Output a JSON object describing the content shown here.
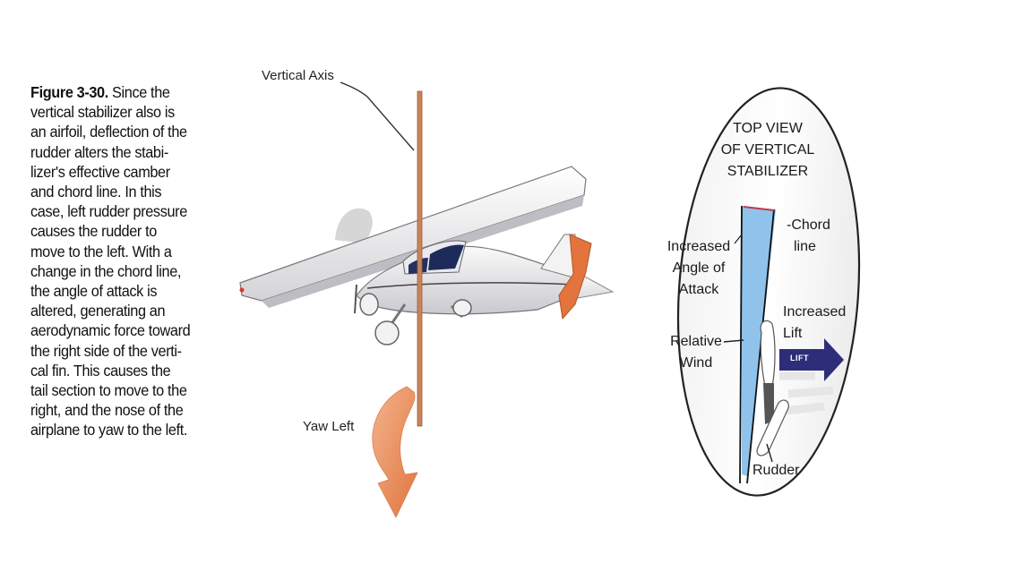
{
  "caption": {
    "figure_label": "Figure 3-30.",
    "lines": [
      " Since the",
      "vertical stabilizer also is",
      "an airfoil, deflection of the",
      "rudder alters the stabi-",
      "lizer's effective camber",
      "and chord line. In this",
      "case, left rudder pressure",
      "causes the rudder to",
      "move to the left. With a",
      "change in the chord line,",
      "the angle of attack is",
      "altered, generating an",
      "aerodynamic force toward",
      "the right side of the verti-",
      "cal fin. This causes the",
      "tail section to move to the",
      "right, and the nose of the",
      "airplane to yaw to the left."
    ]
  },
  "airplane_view": {
    "vertical_axis_label": "Vertical Axis",
    "yaw_label": "Yaw Left"
  },
  "top_view": {
    "title_lines": [
      "TOP VIEW",
      "OF VERTICAL",
      "STABILIZER"
    ],
    "chord_line_label": [
      "-Chord",
      "line"
    ],
    "increased_aoa_label": [
      "Increased",
      "Angle of",
      "Attack"
    ],
    "increased_lift_label": [
      "Increased",
      "Lift"
    ],
    "relative_wind_label": [
      "Relative",
      "Wind"
    ],
    "lift_arrow_text": "LIFT",
    "rudder_label": "Rudder"
  },
  "colors": {
    "axis_pole": "#c9825a",
    "yaw_arrow": "#e98a55",
    "rudder_orange": "#e3743d",
    "relative_wind_blue": "#8fc3ec",
    "lift_arrow": "#2d2d7a"
  }
}
